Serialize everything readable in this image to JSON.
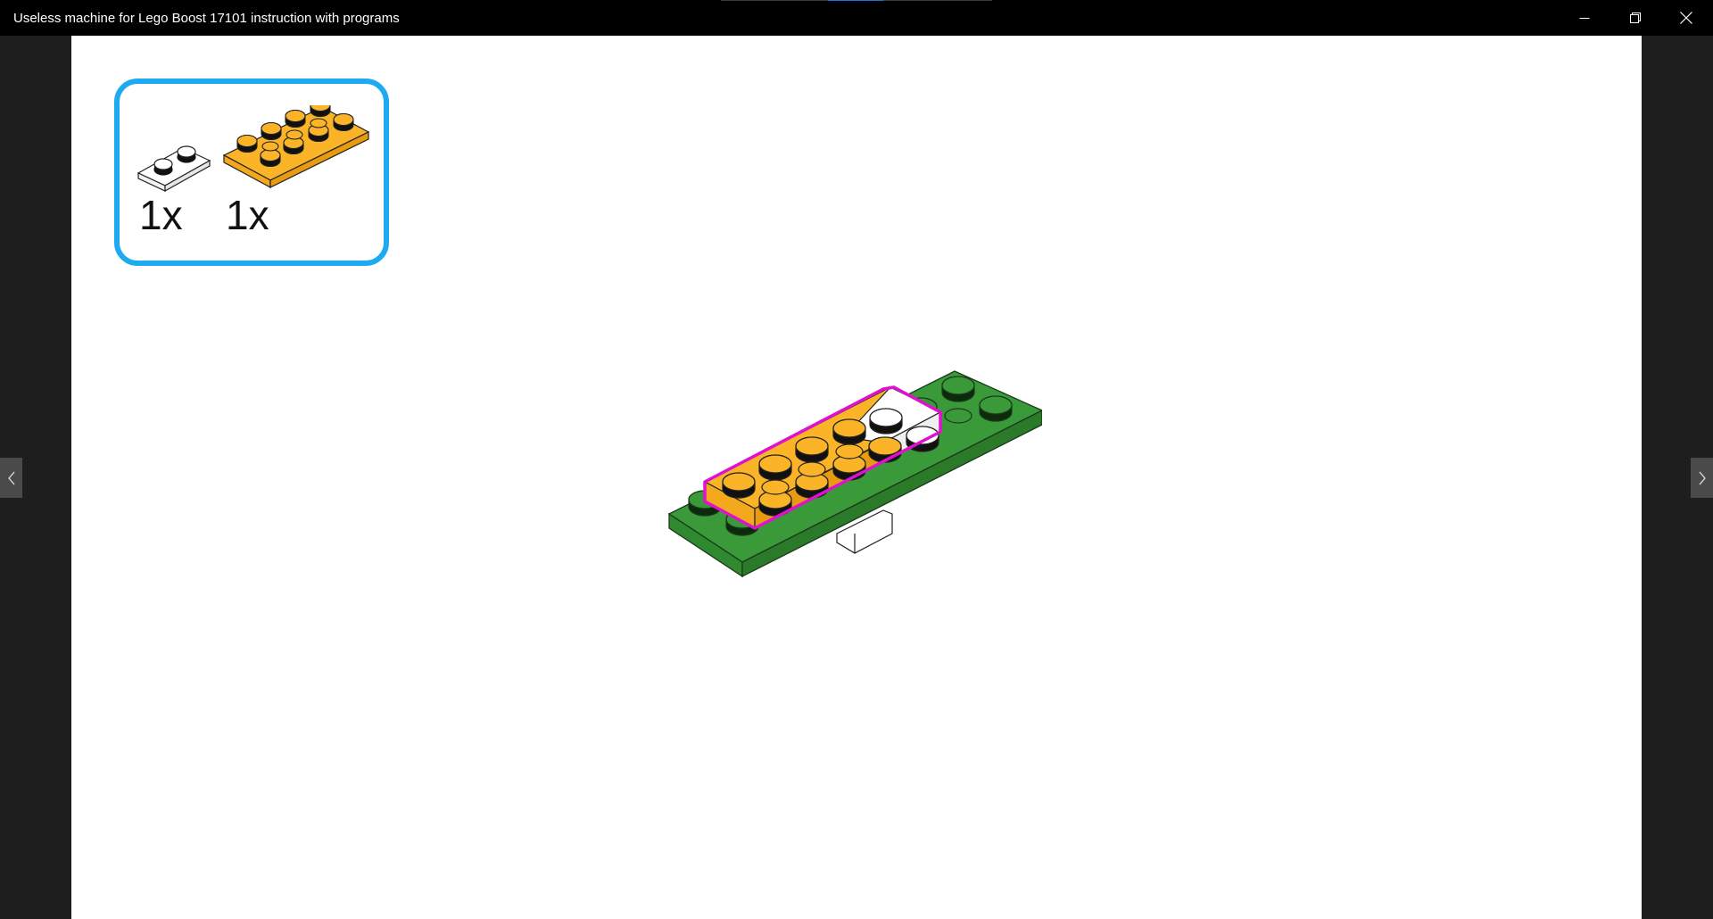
{
  "window": {
    "title": "Useless machine for Lego Boost 17101 instruction with programs",
    "controls": {
      "minimize_icon": "minimize-icon",
      "restore_icon": "restore-icon",
      "close_icon": "close-icon"
    }
  },
  "navigation": {
    "prev_icon": "chevron-left-icon",
    "next_icon": "chevron-right-icon"
  },
  "step": {
    "parts": [
      {
        "name": "white 1x2 plate",
        "quantity": "1x",
        "color": "#ffffff"
      },
      {
        "name": "orange 2x4 plate",
        "quantity": "1x",
        "color": "#fbb427"
      }
    ],
    "colors": {
      "parts_box_border": "#1eaaf1",
      "highlight_outline": "#e010d0",
      "base_green": "#3a9a3a",
      "orange": "#fbb427"
    }
  }
}
